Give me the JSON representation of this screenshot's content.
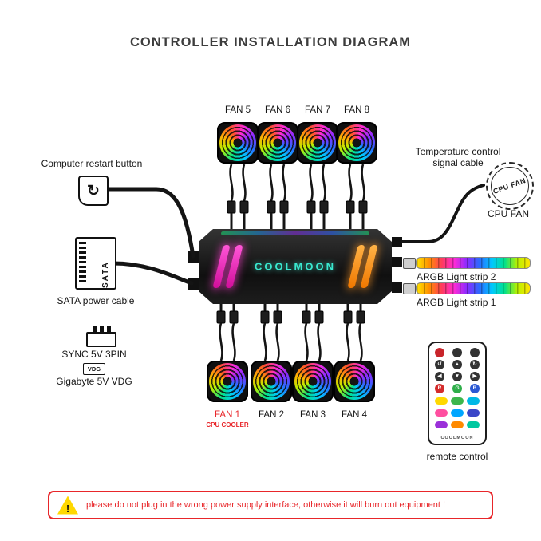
{
  "title": "CONTROLLER INSTALLATION DIAGRAM",
  "controller": {
    "brand": "COOLMOON"
  },
  "fans": {
    "top": [
      {
        "label": "FAN 5"
      },
      {
        "label": "FAN 6"
      },
      {
        "label": "FAN 7"
      },
      {
        "label": "FAN 8"
      }
    ],
    "bottom": [
      {
        "label": "FAN 1",
        "sub": "CPU COOLER"
      },
      {
        "label": "FAN 2"
      },
      {
        "label": "FAN 3"
      },
      {
        "label": "FAN 4"
      }
    ]
  },
  "left": {
    "restart_label": "Computer restart button",
    "restart_icon": "↻",
    "sata_text": "SATA",
    "sata_label": "SATA power cable",
    "sync_label": "SYNC 5V 3PIN",
    "vdg_tag": "VDG",
    "vdg_label": "Gigabyte 5V VDG"
  },
  "right": {
    "temp_line1": "Temperature control",
    "temp_line2": "signal cable",
    "cpu_badge_text": "CPU FAN",
    "cpu_fan_label": "CPU FAN",
    "argb_strip2_label": "ARGB Light strip 2",
    "argb_strip1_label": "ARGB Light strip 1"
  },
  "remote": {
    "label": "remote control",
    "brand": "COOLMOON",
    "top_rows": [
      [
        "#c8242a",
        "#323232",
        "#323232"
      ],
      [
        "#323232",
        "#323232",
        "#323232"
      ],
      [
        "#323232",
        "#323232",
        "#323232"
      ]
    ],
    "top_glyphs": [
      [
        "",
        "",
        ""
      ],
      [
        "↺",
        "▲",
        "↻"
      ],
      [
        "◀",
        "▼",
        "▶"
      ]
    ],
    "rgb_buttons": [
      {
        "label": "R",
        "color": "#d42b2b"
      },
      {
        "label": "G",
        "color": "#2fae4a"
      },
      {
        "label": "B",
        "color": "#2b59d4"
      }
    ],
    "color_rows": [
      [
        "#ffd800",
        "#3cb64c",
        "#00b8e6"
      ],
      [
        "#ff4fa0",
        "#00a6ff",
        "#3a46c8"
      ],
      [
        "#9b30d9",
        "#ff8a00",
        "#00c8a0"
      ]
    ]
  },
  "warning": {
    "icon": "!",
    "text": "please do not plug in the wrong power supply interface, otherwise it will burn out equipment !"
  },
  "colors": {
    "brand_cyan": "#3ae8cf",
    "bar_magenta": "#ff3dd0",
    "bar_orange": "#ff9a2a",
    "warning_red": "#e8262a",
    "warning_yellow": "#ffd800",
    "fan1_red": "#e8262a"
  }
}
